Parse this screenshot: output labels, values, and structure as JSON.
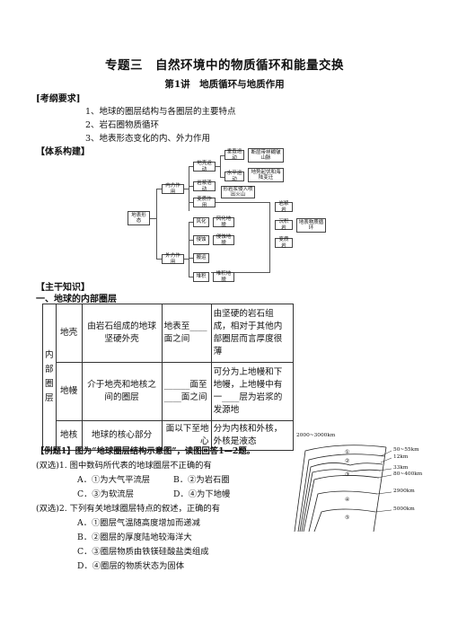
{
  "title": "专题三　自然环境中的物质循环和能量交换",
  "subtitle": "第1讲　地质循环与地质作用",
  "kaogang": {
    "heading": "[考纲要求]",
    "items": [
      "1、地球的圈层结构与各圈层的主要特点",
      "2、岩石圈物质循环",
      "3、地表形态变化的内、外力作用"
    ]
  },
  "tixi": {
    "heading": "【体系构建】"
  },
  "diagram": {
    "root": "地表形态",
    "inner": "内力作用",
    "outer": "外力作用",
    "crust": "地壳运动",
    "vertical": "垂直运动",
    "horizontal": "水平运动",
    "v_res": "断层带祥糊皱山脉",
    "h_res": "地势起伏和海陆变迁",
    "magma": "岩浆活动",
    "magma_res": "形岩浆侵入喷出火山",
    "meta": "变质作用",
    "magmatic_rock": "岩浆岩",
    "sed_rock": "沉积岩",
    "meta_rock": "变质岩",
    "cycle": "地表物质循环",
    "weather": "风化",
    "weather_res": "风化地貌",
    "erosion": "侵蚀",
    "erosion_res": "侵蚀地貌",
    "transport": "搬运",
    "deposit": "堆积",
    "deposit_res": "堆积地貌"
  },
  "zhugan": {
    "heading": "【主干知识】",
    "sub": "一、地球的内部圈层"
  },
  "table": {
    "group": "内部圈层",
    "rows": [
      {
        "name": "地壳",
        "comp": "由岩石组成的地球坚硬外壳",
        "pos": "地表至____面之间",
        "feat": "由坚硬的岩石组成，相对于其他内部圈层而言厚度很薄"
      },
      {
        "name": "地幔",
        "comp": "介于地壳和地核之间的圈层",
        "pos": "______面至____面之间",
        "feat": "可分为上地幔和下地幔，上地幔中有一____层为岩浆的发源地"
      },
      {
        "name": "地核",
        "comp": "地球的核心部分",
        "pos": "面以下至地心",
        "feat": "分为内核和外核，外核是液态"
      }
    ]
  },
  "example": {
    "intro": "【例题1】图为“地球圈层结构示意图”，读图回答1—2题。",
    "q1": "(双选)1.  图中数码所代表的地球圈层不正确的有",
    "q1_opts": [
      "A．①为大气平流层",
      "B．②为岩石圈",
      "C．③为软流层",
      "D．④为下地幔"
    ],
    "q2": "(双选)2.  下列有关地球圈层特点的叙述，正确的有",
    "q2_opts": [
      "A．①圈层气温随高度增加而递减",
      "B．②圈层的厚度陆地较海洋大",
      "C．③圈层物质由铁镁硅酸盐类组成",
      "D．④圈层的物质状态为固体"
    ]
  },
  "figure": {
    "top": "2000~3000km",
    "labels": [
      "50~55km",
      "12km",
      "33km",
      "80~400km",
      "2900km",
      "5000km"
    ],
    "nums": [
      "①",
      "②",
      "③",
      "④",
      "⑤"
    ]
  }
}
